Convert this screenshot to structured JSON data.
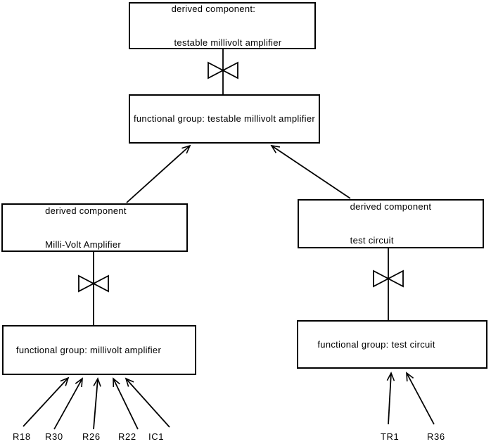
{
  "page": {
    "background_color": "#ffffff",
    "line_color": "#000000",
    "text_color": "#000000"
  },
  "diagram": {
    "type": "component-decomposition-diagram",
    "nodes": {
      "derived_testable": {
        "line1": "derived component:",
        "line2": " testable millivolt amplifier"
      },
      "fg_testable": {
        "line1": "functional group: testable millivolt amplifier"
      },
      "derived_mva": {
        "line1": "derived component",
        "line2": "Milli-Volt Amplifier"
      },
      "derived_test": {
        "line1": "derived component",
        "line2": "test circuit"
      },
      "fg_mva": {
        "line1": "functional group: millivolt amplifier"
      },
      "fg_test": {
        "line1": "functional group: test circuit"
      }
    },
    "part_labels": {
      "left": [
        "R18",
        "R30",
        "R26",
        "R22",
        "IC1"
      ],
      "right": [
        "TR1",
        "R36"
      ]
    },
    "edges": [
      {
        "from": "derived component: testable millivolt amplifier",
        "to": "functional group: testable millivolt amplifier",
        "connector": "bowtie"
      },
      {
        "from": "derived component Milli-Volt Amplifier",
        "to": "functional group: testable millivolt amplifier",
        "connector": "arrow"
      },
      {
        "from": "derived component test circuit",
        "to": "functional group: testable millivolt amplifier",
        "connector": "arrow"
      },
      {
        "from": "derived component Milli-Volt Amplifier",
        "to": "functional group: millivolt amplifier",
        "connector": "bowtie"
      },
      {
        "from": "derived component test circuit",
        "to": "functional group: test circuit",
        "connector": "bowtie"
      },
      {
        "from": "R18",
        "to": "functional group: millivolt amplifier",
        "connector": "arrow"
      },
      {
        "from": "R30",
        "to": "functional group: millivolt amplifier",
        "connector": "arrow"
      },
      {
        "from": "R26",
        "to": "functional group: millivolt amplifier",
        "connector": "arrow"
      },
      {
        "from": "R22",
        "to": "functional group: millivolt amplifier",
        "connector": "arrow"
      },
      {
        "from": "IC1",
        "to": "functional group: millivolt amplifier",
        "connector": "arrow"
      },
      {
        "from": "TR1",
        "to": "functional group: test circuit",
        "connector": "arrow"
      },
      {
        "from": "R36",
        "to": "functional group: test circuit",
        "connector": "arrow"
      }
    ]
  }
}
